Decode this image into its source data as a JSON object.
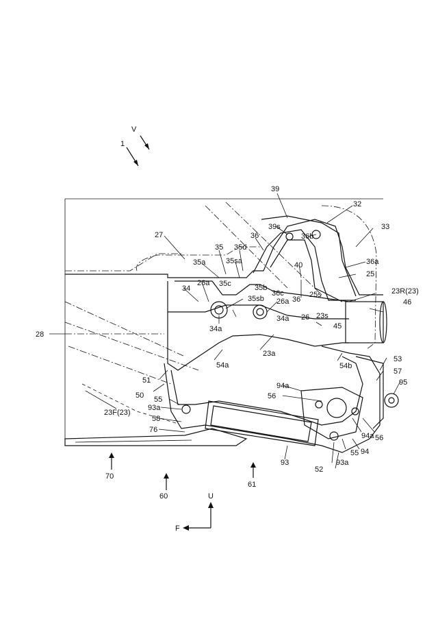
{
  "labels": {
    "fig_v": "V",
    "fig_1": "1",
    "l39": "39",
    "l32": "32",
    "l33": "33",
    "l27": "27",
    "l35": "35",
    "l35d": "35d",
    "l36": "36",
    "l39s": "39s",
    "l36b": "36b",
    "l35a": "35a",
    "l35sa": "35sa",
    "l36a": "36a",
    "l40": "40",
    "l25": "25",
    "l26a_l": "26a",
    "l35c": "35c",
    "l35b": "35b",
    "l36c": "36c",
    "l25s": "25s",
    "l23r": "23R(23)",
    "l34": "34",
    "l35sb": "35sb",
    "l26a_r": "26a",
    "l36_b": "36",
    "l46": "46",
    "l34a_r": "34a",
    "l26": "26",
    "l23s": "23s",
    "l28": "28",
    "l34a_l": "34a",
    "l45": "45",
    "l23a": "23a",
    "l54a": "54a",
    "l54b": "54b",
    "l53": "53",
    "l51": "51",
    "l57": "57",
    "l50": "50",
    "l94a_t": "94a",
    "l95": "95",
    "l55_l": "55",
    "l56_t": "56",
    "l23f": "23F(23)",
    "l93a_l": "93a",
    "l58": "58",
    "l94a_b": "94a",
    "l56_b": "56",
    "l76": "76",
    "l55_b": "55",
    "l94": "94",
    "l93": "93",
    "l52": "52",
    "l93a_b": "93a",
    "l70": "70",
    "l60": "60",
    "l61": "61",
    "axis_u": "U",
    "axis_f": "F"
  }
}
